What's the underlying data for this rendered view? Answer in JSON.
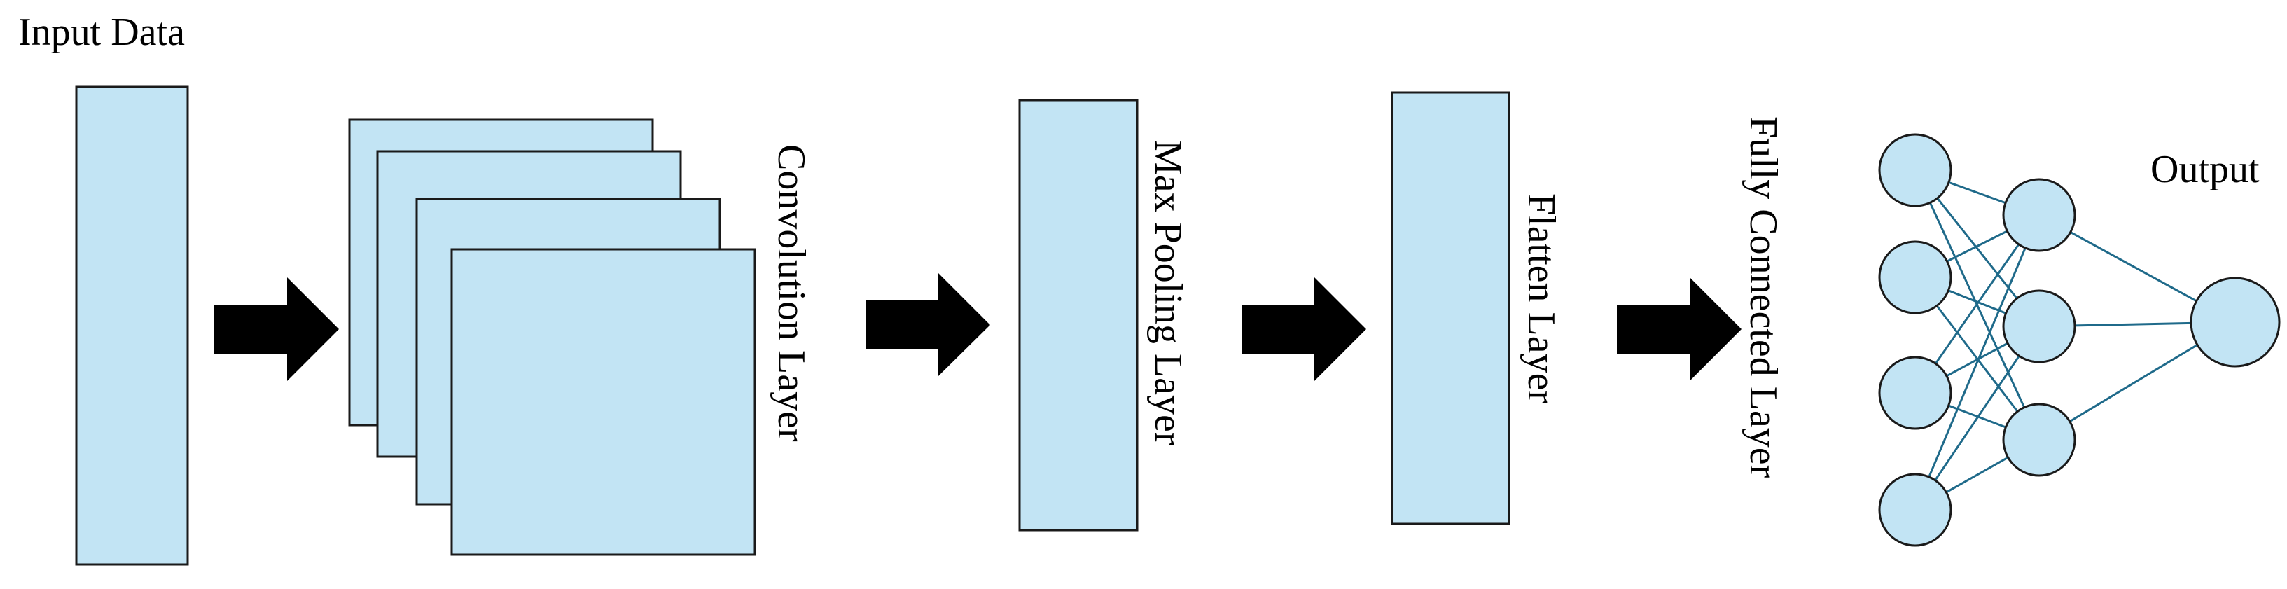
{
  "labels": {
    "input": "Input Data",
    "convolution": "Convolution Layer",
    "pooling": "Max Pooling Layer",
    "flatten": "Flatten Layer",
    "fully_connected": "Fully Connected Layer",
    "output": "Output"
  },
  "colors": {
    "block_fill": "#c2e4f4",
    "block_stroke": "#1a1a1a",
    "arrow": "#000000",
    "neuron_fill": "#c2e4f4",
    "connection": "#1f6a8a"
  },
  "network": {
    "layers": [
      4,
      3,
      1
    ]
  }
}
